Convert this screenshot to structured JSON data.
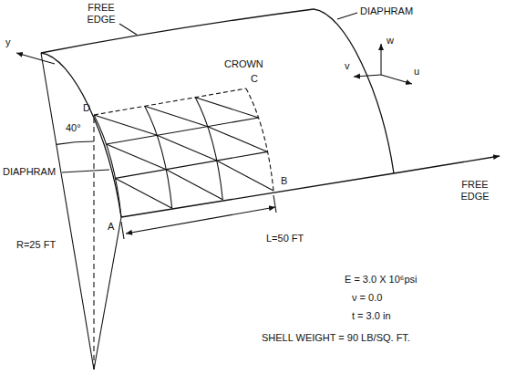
{
  "diagram": {
    "labels": [
      "FREE EDGE",
      "DIAPHRAM",
      "w",
      "v",
      "u",
      "y",
      "CROWN",
      "D",
      "C",
      "DIAPHRAM",
      "40°",
      "R=25 FT",
      "L=50 FT",
      "A",
      "B",
      "FREE EDGE",
      "E = 3.0 X 10⁶psi",
      "ν = 0.0",
      "t = 3.0 in",
      "SHELL WEIGHT = 90 LB/SQ. FT."
    ]
  }
}
